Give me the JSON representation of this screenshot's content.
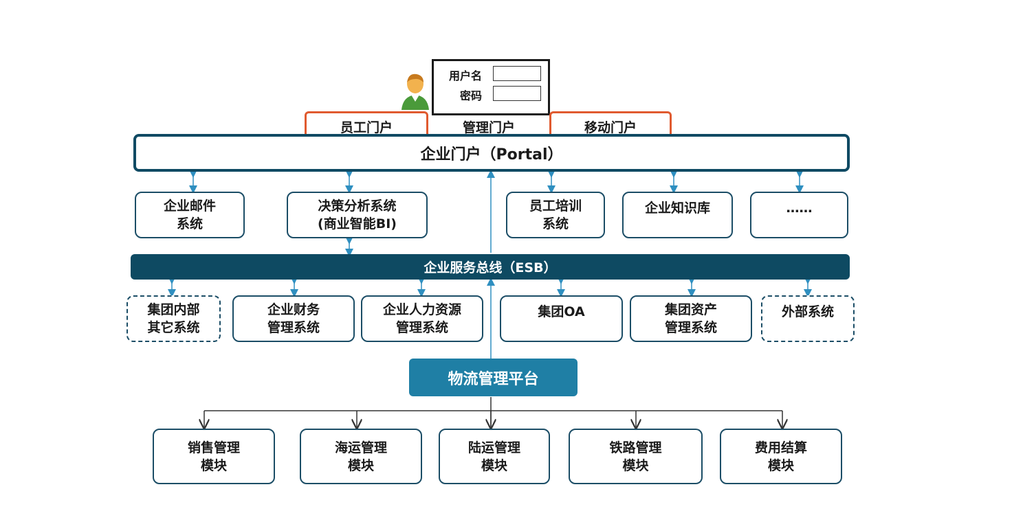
{
  "login": {
    "username_label": "用户名",
    "password_label": "密码"
  },
  "portal_tabs": [
    "员工门户",
    "管理门户",
    "移动门户"
  ],
  "portal": {
    "title": "企业门户（Portal）"
  },
  "top_systems": [
    {
      "line1": "企业邮件",
      "line2": "系统"
    },
    {
      "line1": "决策分析系统",
      "line2": "(商业智能BI)"
    },
    {
      "line1": "员工培训",
      "line2": "系统"
    },
    {
      "line1": "企业知识库",
      "line2": ""
    },
    {
      "line1": "……",
      "line2": ""
    }
  ],
  "esb": {
    "title": "企业服务总线（ESB）"
  },
  "bottom_systems": [
    {
      "line1": "集团内部",
      "line2": "其它系统"
    },
    {
      "line1": "企业财务",
      "line2": "管理系统"
    },
    {
      "line1": "企业人力资源",
      "line2": "管理系统"
    },
    {
      "line1": "集团OA",
      "line2": ""
    },
    {
      "line1": "集团资产",
      "line2": "管理系统"
    },
    {
      "line1": "外部系统",
      "line2": ""
    }
  ],
  "platform": {
    "title": "物流管理平台",
    "modules": [
      {
        "line1": "销售管理",
        "line2": "模块"
      },
      {
        "line1": "海运管理",
        "line2": "模块"
      },
      {
        "line1": "陆运管理",
        "line2": "模块"
      },
      {
        "line1": "铁路管理",
        "line2": "模块"
      },
      {
        "line1": "费用结算",
        "line2": "模块"
      }
    ]
  },
  "colors": {
    "portal_tab_border": "#e05a2f",
    "esb": "#0e4a62",
    "platform_title": "#1f7fa5",
    "zone_border": "#f0a23c"
  }
}
